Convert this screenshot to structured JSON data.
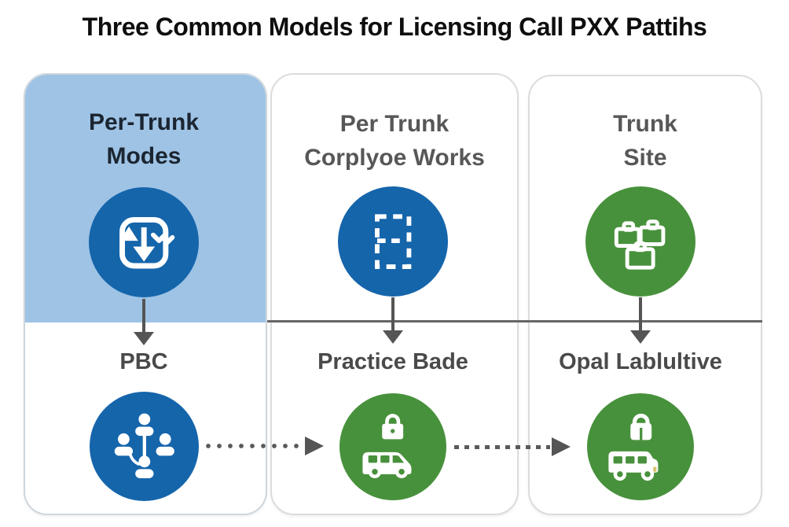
{
  "title": "Three Common Models for Licensing Call PXX Pattihs",
  "colors": {
    "highlight_card_bg": "#9ec3e5",
    "blue_circle": "#1565ab",
    "green_circle": "#48913c",
    "card_border": "#dcdcdc",
    "connector_line": "#666666",
    "arrow": "#555555",
    "heading_dark": "#1b2531",
    "heading_gray": "#575757",
    "label_gray": "#4a4a4a"
  },
  "cards": [
    {
      "title_line1": "Per-Trunk",
      "title_line2": "Modes",
      "highlighted": true,
      "top_icon": "sync-arrows-icon",
      "bottom_label": "PBC",
      "bottom_icon": "org-chart-people-icon"
    },
    {
      "title_line1": "Per Trunk",
      "title_line2": "Corplyoe Works",
      "highlighted": false,
      "top_icon": "dashed-panel-icon",
      "bottom_label": "Practice Bade",
      "bottom_icon": "locked-van-icon"
    },
    {
      "title_line1": "Trunk",
      "title_line2": "Site",
      "highlighted": false,
      "top_icon": "briefcases-icon",
      "bottom_label": "Opal Lablultive",
      "bottom_icon": "locked-bus-icon"
    }
  ],
  "connectors": {
    "down_arrows": 3,
    "dotted_arrow_1": "round-dots, left-bottom circle to middle-bottom circle",
    "dotted_arrow_2": "square-dashes, middle-bottom circle to right-bottom circle",
    "horizontal_line": "spans middle and right columns at mid height"
  }
}
